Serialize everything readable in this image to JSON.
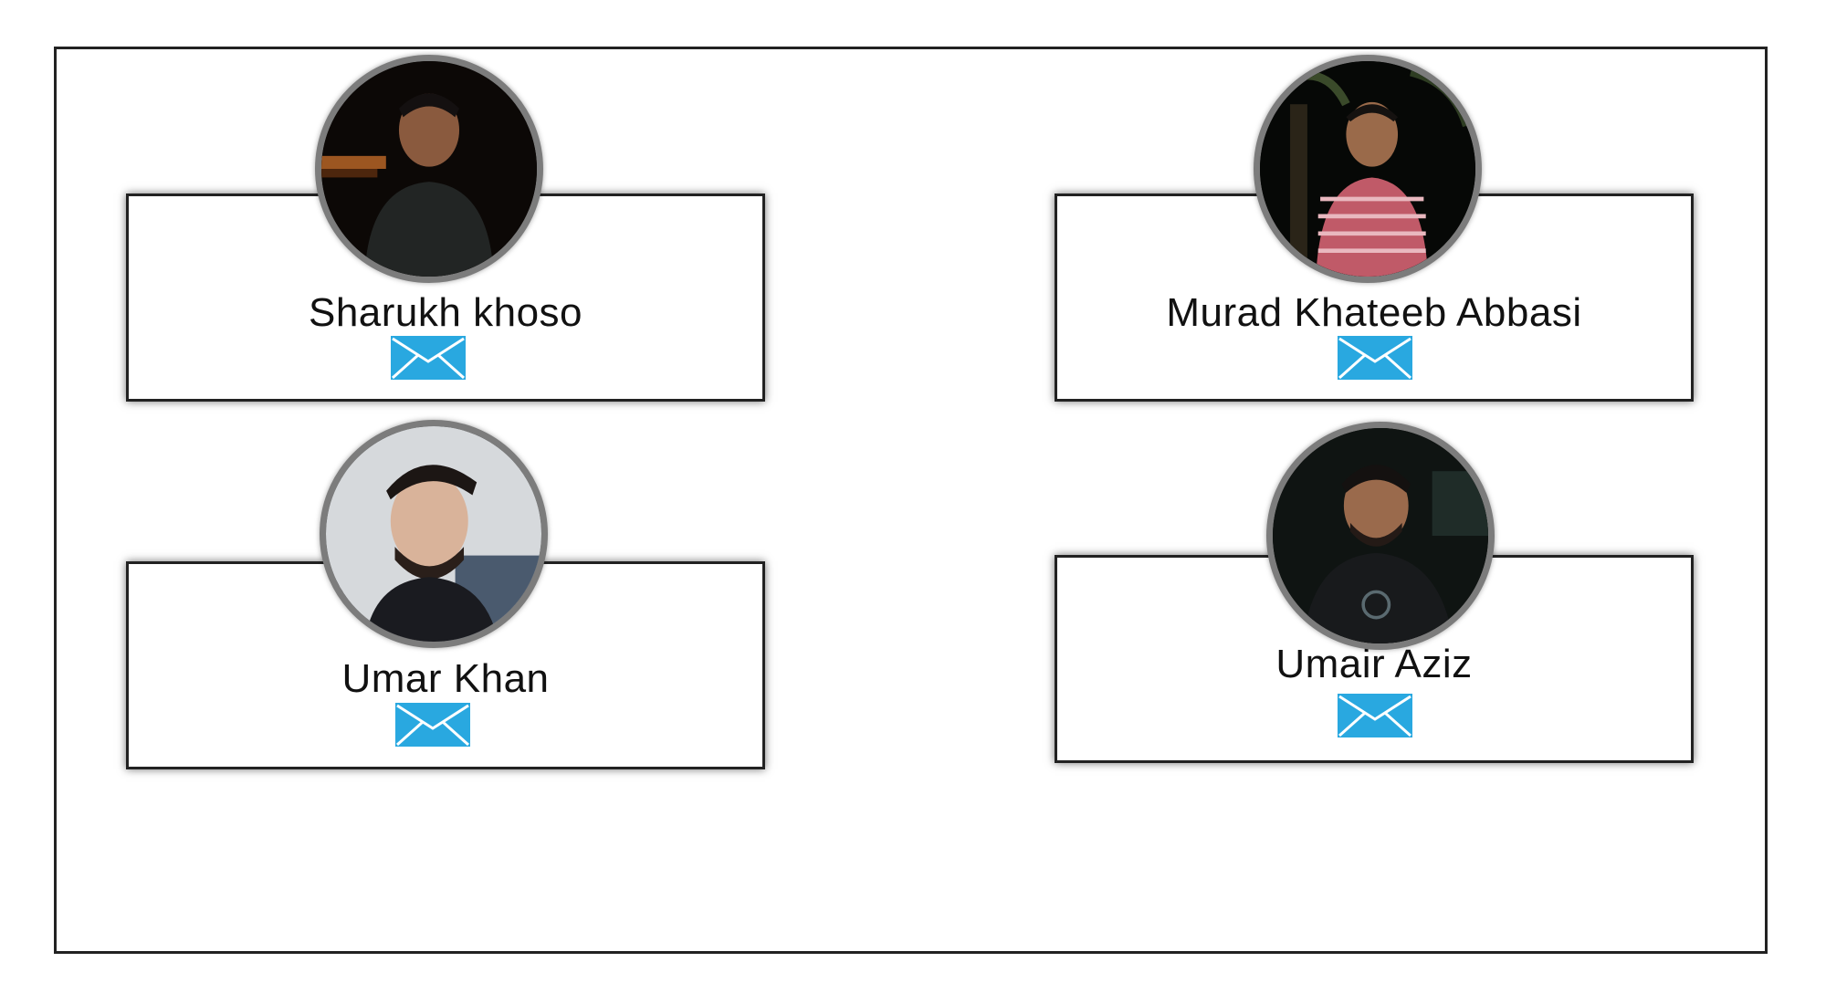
{
  "team": {
    "members": [
      {
        "name": "Sharukh khoso",
        "avatar_icon": "person-photo-icon",
        "email_icon": "envelope-icon"
      },
      {
        "name": "Murad Khateeb Abbasi",
        "avatar_icon": "person-photo-icon",
        "email_icon": "envelope-icon"
      },
      {
        "name": "Umar Khan",
        "avatar_icon": "person-photo-icon",
        "email_icon": "envelope-icon"
      },
      {
        "name": "Umair Aziz",
        "avatar_icon": "person-photo-icon",
        "email_icon": "envelope-icon"
      }
    ]
  },
  "colors": {
    "envelope": "#29a8e0",
    "avatar_ring": "#7c7c7c",
    "card_border": "#222222"
  }
}
